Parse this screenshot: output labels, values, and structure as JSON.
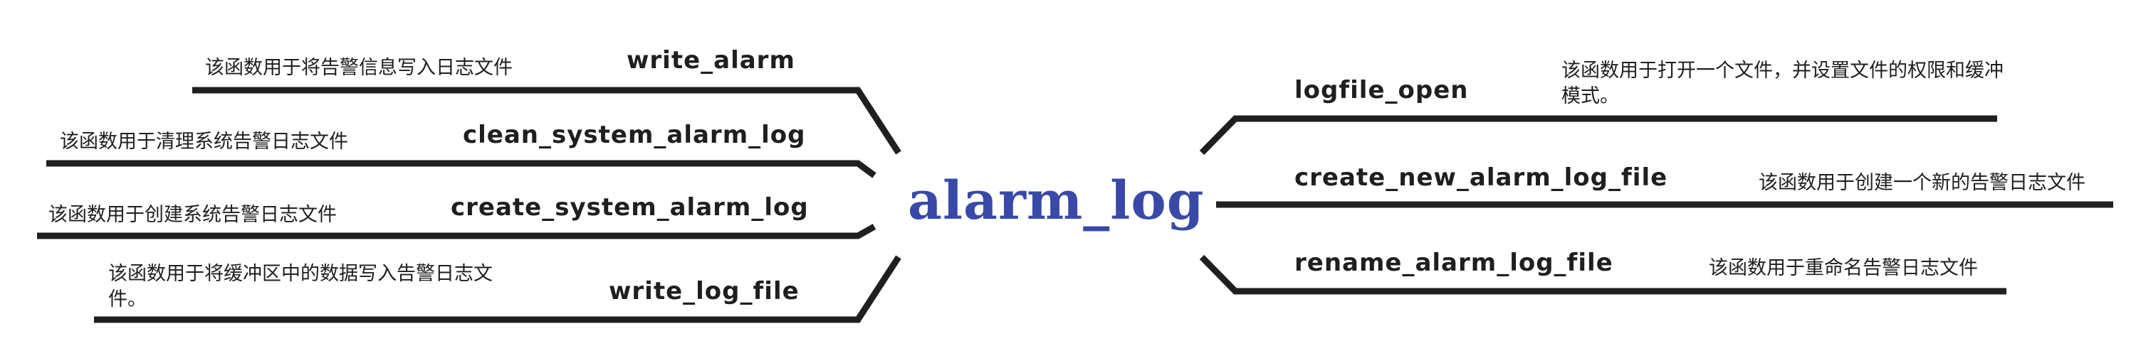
{
  "center": {
    "label": "alarm_log",
    "color": "#3949a8"
  },
  "line_color": "#1f1f1f",
  "left_branches": [
    {
      "name": "write_alarm",
      "desc": "该函数用于将告警信息写入日志文件"
    },
    {
      "name": "clean_system_alarm_log",
      "desc": "该函数用于清理系统告警日志文件"
    },
    {
      "name": "create_system_alarm_log",
      "desc": "该函数用于创建系统告警日志文件"
    },
    {
      "name": "write_log_file",
      "desc": "该函数用于将缓冲区中的数据写入告警日志文件。"
    }
  ],
  "right_branches": [
    {
      "name": "logfile_open",
      "desc": "该函数用于打开一个文件，并设置文件的权限和缓冲模式。"
    },
    {
      "name": "create_new_alarm_log_file",
      "desc": "该函数用于创建一个新的告警日志文件"
    },
    {
      "name": "rename_alarm_log_file",
      "desc": "该函数用于重命名告警日志文件"
    }
  ]
}
